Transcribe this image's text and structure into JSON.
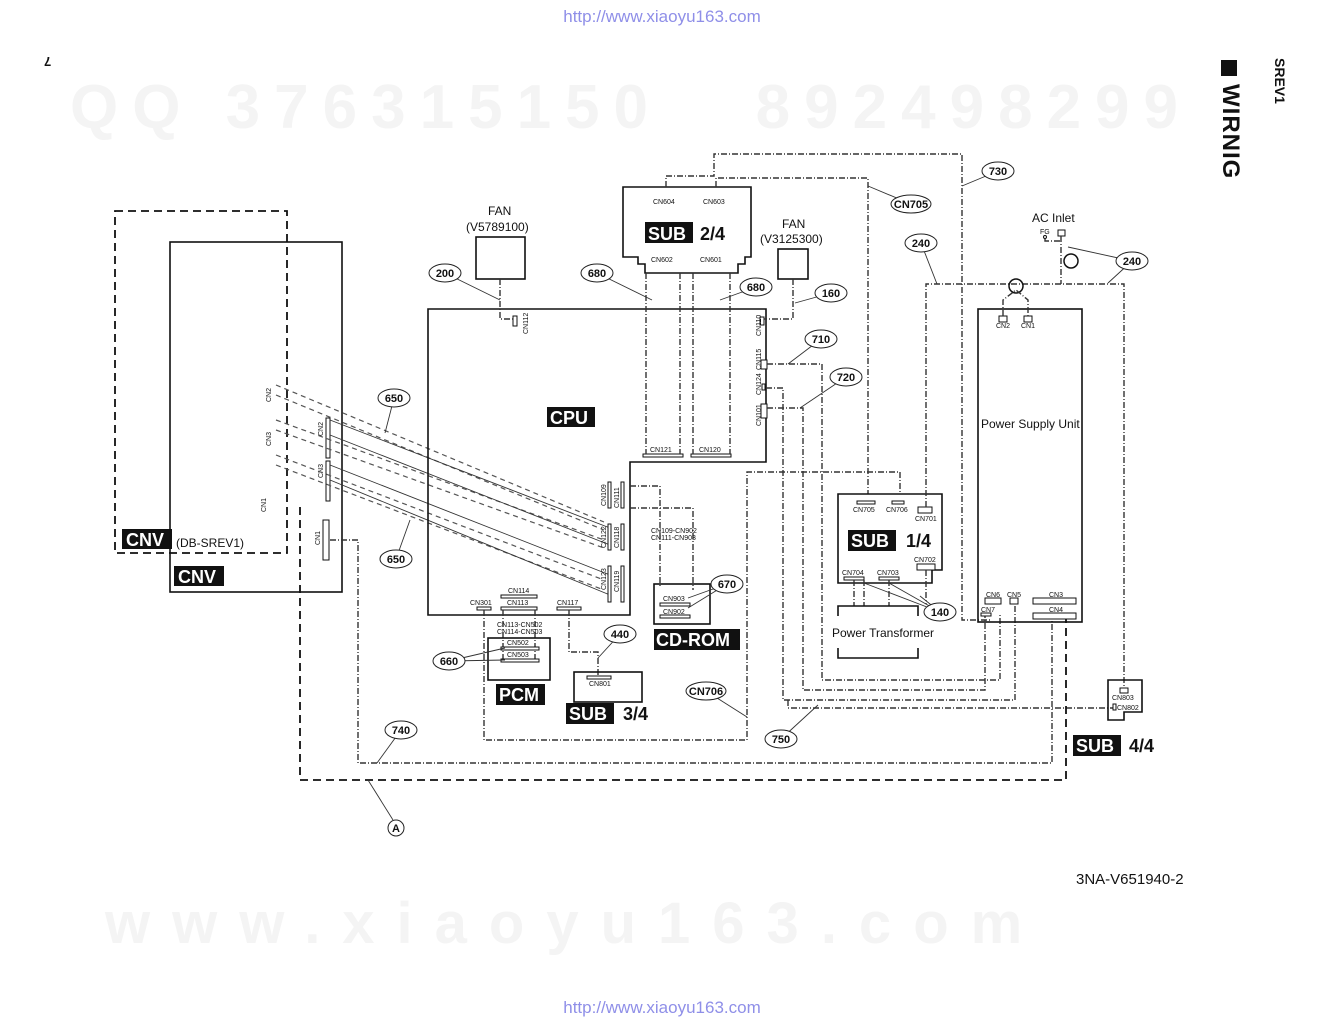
{
  "header": {
    "url_top": "http://www.xiaoyu163.com",
    "url_bottom": "http://www.xiaoyu163.com",
    "page_number": "7",
    "model": "SREV1",
    "section_title": "WIRNIG",
    "watermark_top": "QQ 376315150   892498299",
    "watermark_bottom": "www.xiaoyu163.com"
  },
  "footer": {
    "doc_number": "3NA-V651940-2"
  },
  "boards": {
    "cnv_db": {
      "name": "CNV",
      "suffix": "(DB-SREV1)"
    },
    "cnv": {
      "name": "CNV"
    },
    "cpu": {
      "name": "CPU"
    },
    "sub1": {
      "name": "SUB",
      "part": "1/4"
    },
    "sub2": {
      "name": "SUB",
      "part": "2/4"
    },
    "sub3": {
      "name": "SUB",
      "part": "3/4"
    },
    "sub4": {
      "name": "SUB",
      "part": "4/4"
    },
    "pcm": {
      "name": "PCM"
    },
    "cdrom": {
      "name": "CD-ROM"
    },
    "psu": {
      "name": "Power Supply Unit"
    },
    "transformer": {
      "name": "Power Transformer"
    }
  },
  "fans": [
    {
      "label": "FAN",
      "part": "(V5789100)"
    },
    {
      "label": "FAN",
      "part": "(V3125300)"
    }
  ],
  "ac_inlet": {
    "label": "AC Inlet",
    "fg": "FG"
  },
  "connectors": {
    "cn112": "CN112",
    "cn110": "CN110",
    "cn115": "CN115",
    "cn124": "CN124",
    "cn101": "CN101",
    "cn121": "CN121",
    "cn120": "CN120",
    "cn109": "CN109",
    "cn111": "CN111",
    "cn122": "CN122",
    "cn118": "CN118",
    "cn123": "CN123",
    "cn119": "CN119",
    "cn301": "CN301",
    "cn114": "CN114",
    "cn113": "CN113",
    "cn117": "CN117",
    "cn604": "CN604",
    "cn603": "CN603",
    "cn602": "CN602",
    "cn601": "CN601",
    "cn705": "CN705",
    "cn706": "CN706",
    "cn701": "CN701",
    "cn702": "CN702",
    "cn704": "CN704",
    "cn703": "CN703",
    "cn903": "CN903",
    "cn902": "CN902",
    "cn502": "CN502",
    "cn503": "CN503",
    "cn801": "CN801",
    "cn803": "CN803",
    "cn802": "CN802",
    "psu_cn1": "CN1",
    "psu_cn2": "CN2",
    "psu_cn3": "CN3",
    "psu_cn4": "CN4",
    "psu_cn5": "CN5",
    "psu_cn6": "CN6",
    "psu_cn7": "CN7",
    "cnv_cn1": "CN1",
    "cnv_cn2": "CN2",
    "cnv_cn3": "CN3",
    "db_cn1": "CN1",
    "db_cn2": "CN2",
    "db_cn3": "CN3"
  },
  "notes": {
    "cdrom_map_1": "CN109-CN902",
    "cdrom_map_2": "CN111-CN903",
    "pcm_map_1": "CN113-CN502",
    "pcm_map_2": "CN114-CN503"
  },
  "callouts": {
    "c200": "200",
    "c680a": "680",
    "c680b": "680",
    "c160": "160",
    "c710": "710",
    "c720": "720",
    "c730": "730",
    "c240a": "240",
    "c240b": "240",
    "c650a": "650",
    "c650b": "650",
    "c670": "670",
    "c440": "440",
    "c660": "660",
    "c140": "140",
    "c740": "740",
    "c750": "750",
    "cn705": "CN705",
    "cn706": "CN706",
    "ref_a": "A"
  }
}
